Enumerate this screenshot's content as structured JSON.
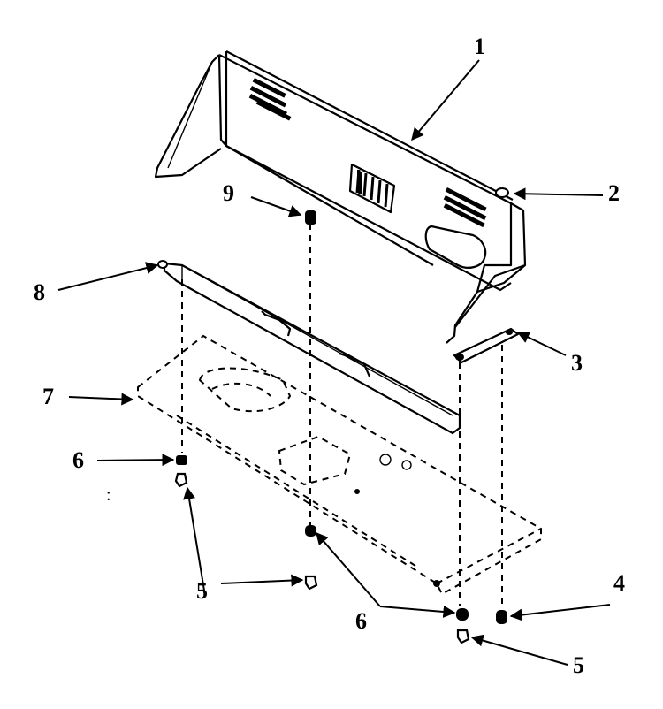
{
  "callouts": {
    "c1": "1",
    "c2": "2",
    "c3": "3",
    "c4": "4",
    "c5a": "5",
    "c5b": "5",
    "c6a": "6",
    "c6b": "6",
    "c7": "7",
    "c8": "8",
    "c9": "9"
  },
  "stray_mark": ":"
}
